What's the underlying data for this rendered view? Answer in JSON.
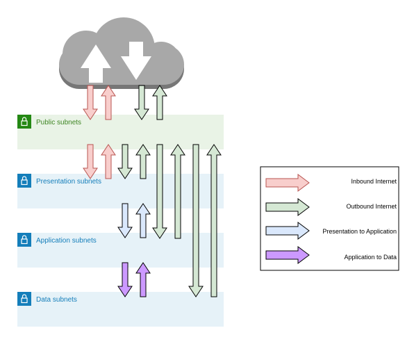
{
  "subnets": [
    {
      "label": "Public subnets",
      "text_color": "#3f8624",
      "fill": "#e9f3e6",
      "icon_color": "#248814"
    },
    {
      "label": "Presentation subnets",
      "text_color": "#147eba",
      "fill": "#e6f2f8",
      "icon_color": "#147eba"
    },
    {
      "label": "Application subnets",
      "text_color": "#147eba",
      "fill": "#e6f2f8",
      "icon_color": "#147eba"
    },
    {
      "label": "Data subnets",
      "text_color": "#147eba",
      "fill": "#e6f2f8",
      "icon_color": "#147eba"
    }
  ],
  "cloud": {
    "icon": "cloud-upload-download-icon",
    "fill": "#a8a8a8",
    "shadow": "#777777"
  },
  "legend": [
    {
      "label": "Inbound Internet",
      "fill": "#f8cecc",
      "stroke": "#b85450"
    },
    {
      "label": "Outbound Internet",
      "fill": "#d5e8d4",
      "stroke": "#000000"
    },
    {
      "label": "Presentation to Application",
      "fill": "#dae8fc",
      "stroke": "#000000"
    },
    {
      "label": "Application to Data",
      "fill": "#cc99ff",
      "stroke": "#000000"
    }
  ],
  "flows": [
    {
      "name": "inbound-arrow-cloud-to-public-down",
      "type": "inbound",
      "dir": "down"
    },
    {
      "name": "inbound-arrow-public-to-cloud-up",
      "type": "inbound",
      "dir": "up"
    },
    {
      "name": "outbound-arrow-cloud-to-public-down",
      "type": "outbound",
      "dir": "down"
    },
    {
      "name": "outbound-arrow-public-to-cloud-up",
      "type": "outbound",
      "dir": "up"
    },
    {
      "name": "inbound-arrow-public-to-presentation-down",
      "type": "inbound",
      "dir": "down"
    },
    {
      "name": "inbound-arrow-presentation-to-public-up",
      "type": "inbound",
      "dir": "up"
    },
    {
      "name": "outbound-arrow-public-to-presentation-down",
      "type": "outbound",
      "dir": "down"
    },
    {
      "name": "outbound-arrow-presentation-to-public-up",
      "type": "outbound",
      "dir": "up"
    },
    {
      "name": "outbound-arrow-public-to-application-down",
      "type": "outbound",
      "dir": "down"
    },
    {
      "name": "outbound-arrow-application-to-public-up",
      "type": "outbound",
      "dir": "up"
    },
    {
      "name": "outbound-arrow-public-to-data-down",
      "type": "outbound",
      "dir": "down"
    },
    {
      "name": "outbound-arrow-data-to-public-up",
      "type": "outbound",
      "dir": "up"
    },
    {
      "name": "presentation-to-application-arrow-down",
      "type": "presentation",
      "dir": "down"
    },
    {
      "name": "application-to-presentation-arrow-up",
      "type": "presentation",
      "dir": "up"
    },
    {
      "name": "application-to-data-arrow-down",
      "type": "data",
      "dir": "down"
    },
    {
      "name": "data-to-application-arrow-up",
      "type": "data",
      "dir": "up"
    }
  ]
}
